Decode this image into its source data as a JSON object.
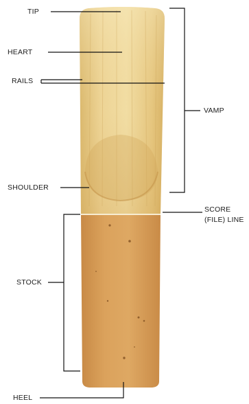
{
  "title": "",
  "labels": {
    "tip": "TIP",
    "heart": "HEART",
    "rails": "RAILS",
    "shoulder": "SHOULDER",
    "vamp": "VAMP",
    "score_line_1": "SCORE",
    "score_line_2": "(FILE) LINE",
    "stock": "STOCK",
    "heel": "HEEL"
  },
  "colors": {
    "cane_vamp_light": "#f1dca2",
    "cane_vamp_dark": "#d9b468",
    "cane_stock": "#d69c57",
    "cane_stock_dark": "#c48642",
    "line": "#111111",
    "text": "#1b1b1b"
  },
  "icons": {
    "reed": "saxophone-reed-illustration"
  }
}
